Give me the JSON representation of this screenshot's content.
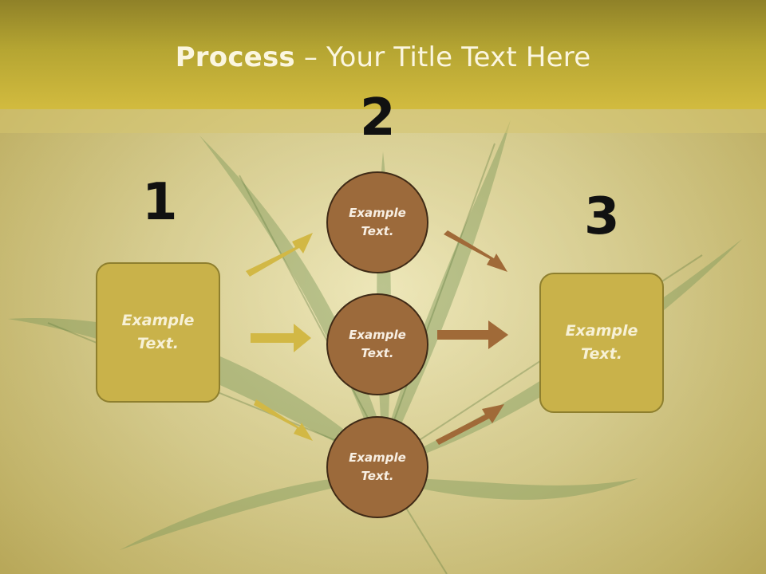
{
  "title": {
    "bold": "Process",
    "rest": " – Your Title Text Here"
  },
  "steps": [
    {
      "number": "1",
      "text_line1": "Example",
      "text_line2": "Text."
    },
    {
      "number": "2",
      "text_line1": "Example",
      "text_line2": "Text."
    },
    {
      "number": "3",
      "text_line1": "Example",
      "text_line2": "Text."
    }
  ],
  "circles": [
    {
      "text_line1": "Example",
      "text_line2": "Text."
    },
    {
      "text_line1": "Example",
      "text_line2": "Text."
    },
    {
      "text_line1": "Example",
      "text_line2": "Text."
    }
  ],
  "colors": {
    "header": "#b5a532",
    "box_fill": "#c9b24a",
    "circle_fill": "#9c6a3b",
    "left_arrow": "#d2b845",
    "right_arrow": "#a06a38"
  }
}
